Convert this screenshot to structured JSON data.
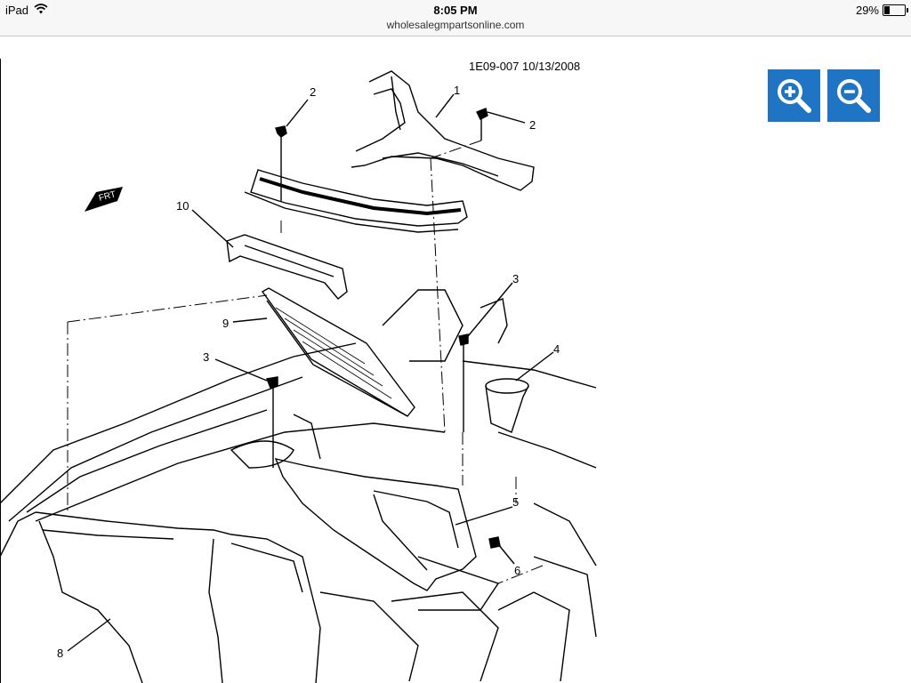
{
  "status_bar": {
    "device": "iPad",
    "time": "8:05 PM",
    "url": "wholesalegmpartsonline.com",
    "battery_percent": "29%",
    "battery_level": 0.29
  },
  "diagram": {
    "code": "1E09-007  10/13/2008",
    "callouts": [
      "1",
      "2",
      "2",
      "3",
      "3",
      "4",
      "5",
      "6",
      "8",
      "9",
      "10"
    ],
    "fwd_label": "FRT"
  },
  "toolbar": {
    "zoom_in_icon": "zoom-in-icon",
    "zoom_out_icon": "zoom-out-icon"
  },
  "colors": {
    "zoom_button": "#1f74c4",
    "status_bar_bg": "#f7f7f7"
  }
}
